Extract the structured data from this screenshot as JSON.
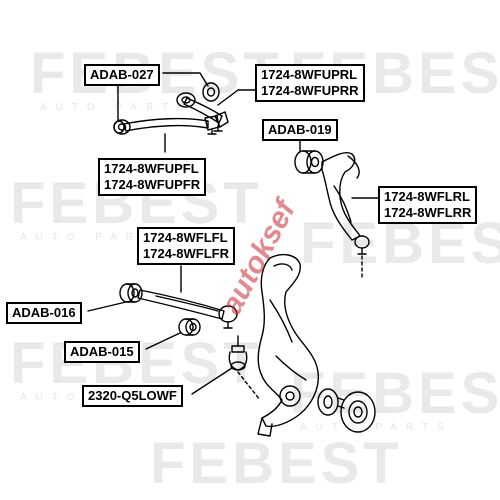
{
  "watermark": {
    "brand": "FEBEST",
    "sub": "AUTO PARTS",
    "overlay": "autoksef"
  },
  "labels": {
    "adab027": "ADAB-027",
    "upr_l": "1724-8WFUPRL",
    "upr_r": "1724-8WFUPRR",
    "upf_l": "1724-8WFUPFL",
    "upf_r": "1724-8WFUPFR",
    "adab019": "ADAB-019",
    "lr_l": "1724-8WFLRL",
    "lr_r": "1724-8WFLRR",
    "lf_l": "1724-8WFLFL",
    "lf_r": "1724-8WFLFR",
    "adab016": "ADAB-016",
    "adab015": "ADAB-015",
    "ball": "2320-Q5LOWF"
  },
  "colors": {
    "line": "#000000",
    "watermark": "#e9e9e9",
    "overlay": "#c82832"
  }
}
